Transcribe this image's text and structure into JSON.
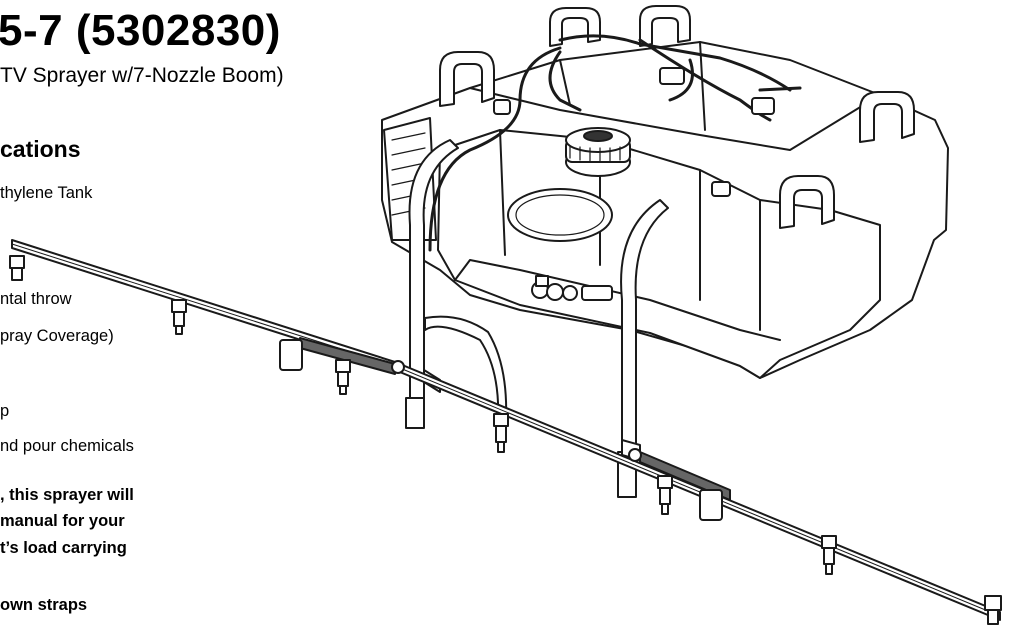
{
  "header": {
    "title": "5-7 (5302830)",
    "subtitle": "TV Sprayer w/7-Nozzle Boom)"
  },
  "specs": {
    "heading": "cations",
    "lines": [
      "thylene Tank",
      "ntal throw",
      "pray Coverage)",
      "p",
      "nd pour chemicals"
    ]
  },
  "warning": {
    "lines": [
      ", this sprayer will",
      "manual for your",
      "t’s load carrying",
      "own straps"
    ]
  }
}
